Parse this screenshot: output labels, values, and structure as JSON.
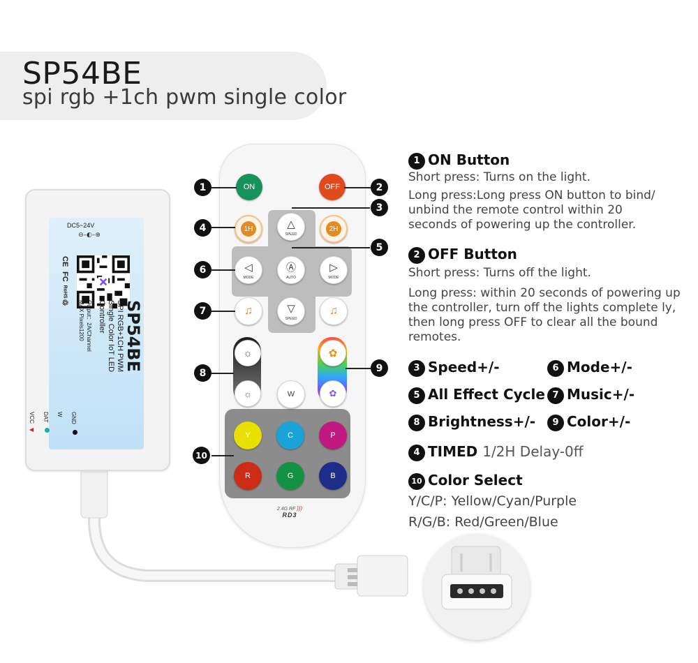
{
  "header": {
    "model": "SP54BE",
    "subtitle": "spi rgb +1ch pwm single color"
  },
  "controller": {
    "power_label": "DC5~24V",
    "brand": "SP54BE",
    "description_lines": [
      "SPI RGB+1CH PWM",
      "Single Color IoT LED",
      "Controller"
    ],
    "output_line": "Output：2A/Channel",
    "pixels_line": "MAX Pixels1200",
    "certifications": [
      "CE",
      "FC",
      "RoHS",
      "♲"
    ],
    "pins": [
      {
        "label": "GND",
        "color": "#111111"
      },
      {
        "label": "W",
        "color": "#ffffff"
      },
      {
        "label": "DAT",
        "color": "#17b2a4"
      },
      {
        "label": "VCC",
        "color": "#d42020"
      }
    ]
  },
  "remote": {
    "on_label": "ON",
    "off_label": "OFF",
    "timed_1h": "1H",
    "timed_2h": "2H",
    "speed_label": "SPEED",
    "mode_label": "MODE",
    "auto_label": "AUTO",
    "w_label": "W",
    "color_buttons": [
      {
        "label": "Y",
        "color": "#e8e000"
      },
      {
        "label": "C",
        "color": "#1aa3d8"
      },
      {
        "label": "P",
        "color": "#c0187e"
      },
      {
        "label": "R",
        "color": "#cc2b14"
      },
      {
        "label": "G",
        "color": "#139244"
      },
      {
        "label": "B",
        "color": "#1f2d8a"
      }
    ],
    "rf_label": "2.4G RF",
    "model_code": "RD3",
    "on_color": "#18925b",
    "off_color": "#e04b1e"
  },
  "callouts": [
    "1",
    "2",
    "3",
    "4",
    "5",
    "6",
    "7",
    "8",
    "9",
    "10"
  ],
  "descriptions": {
    "on_title": "ON Button",
    "on_short": "Short press: Turns on the light.",
    "on_long": "Long press:Long press ON button to bind/ unbind the remote control within 20 seconds of powering up the controller.",
    "off_title": "OFF Button",
    "off_short": "Short press: Turns off the light.",
    "off_long": "Long press: within 20 seconds of powering up the controller, turn off the lights complete ly, then long press OFF to clear all the bound remotes.",
    "speed": "Speed+/-",
    "mode": "Mode+/-",
    "effect": "All Effect Cycle",
    "music": "Music+/-",
    "brightness": "Brightness+/-",
    "color": "Color+/-",
    "timed_title": "TIMED",
    "timed_detail": "1/2H Delay-0ff",
    "color_select_title": "Color Select",
    "ycp": "Y/C/P: Yellow/Cyan/Purple",
    "rgb": "R/G/B: Red/Green/Blue"
  }
}
